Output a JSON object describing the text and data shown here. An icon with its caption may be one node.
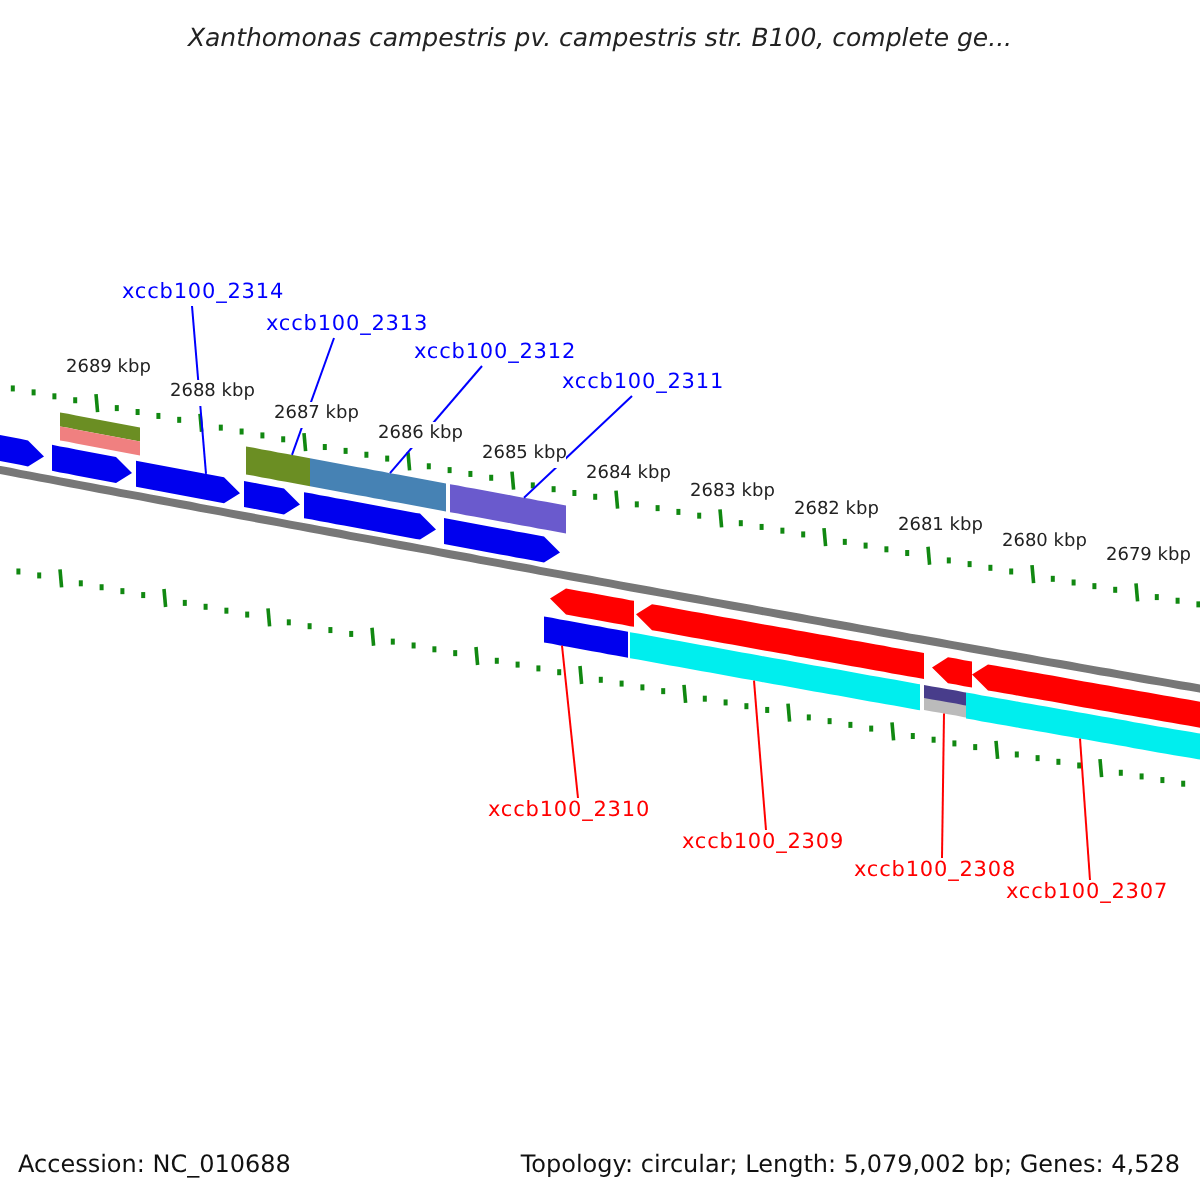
{
  "diagram": {
    "title": "Xanthomonas campestris pv. campestris str. B100, complete ge...",
    "nodes": [
      {
        "text": [
          "xccb100_2314"
        ]
      },
      {
        "text": [
          "xccb100_2313"
        ]
      },
      {
        "text": [
          "xccb100_2312"
        ]
      },
      {
        "text": [
          "xccb100_2311"
        ]
      },
      {
        "text": [
          "xccb100_2310"
        ]
      },
      {
        "text": [
          "xccb100_2309"
        ]
      },
      {
        "text": [
          "xccb100_2308"
        ]
      },
      {
        "text": [
          "xccb100_2307"
        ]
      },
      {
        "text": [],
        "shape": "arrow"
      },
      {
        "text": [],
        "shape": "arrow"
      },
      {
        "text": [],
        "shape": "arrow"
      },
      {
        "text": [],
        "shape": "arrow"
      },
      {
        "text": [],
        "shape": "arrow"
      },
      {
        "text": [],
        "shape": "arrow"
      },
      {
        "text": [],
        "shape": "bar"
      },
      {
        "text": [],
        "shape": "bar"
      },
      {
        "text": [],
        "shape": "bar"
      },
      {
        "text": [],
        "shape": "bar"
      },
      {
        "text": [],
        "shape": "bar"
      },
      {
        "text": [],
        "shape": "arrow"
      },
      {
        "text": [],
        "shape": "arrow"
      },
      {
        "text": [],
        "shape": "arrow"
      },
      {
        "text": [],
        "shape": "arrow"
      },
      {
        "text": [],
        "shape": "bar"
      },
      {
        "text": [],
        "shape": "bar"
      },
      {
        "text": [],
        "shape": "bar"
      },
      {
        "text": [],
        "shape": "bar"
      },
      {
        "text": [],
        "shape": "bar"
      }
    ],
    "edges": [
      {
        "from": 0,
        "to": 10,
        "arrow": "none",
        "color": "#0000ff"
      },
      {
        "from": 1,
        "to": 16,
        "arrow": "none",
        "color": "#0000ff"
      },
      {
        "from": 2,
        "to": 17,
        "arrow": "none",
        "color": "#0000ff"
      },
      {
        "from": 3,
        "to": 18,
        "arrow": "none",
        "color": "#0000ff"
      },
      {
        "from": 4,
        "to": 23,
        "arrow": "none",
        "color": "#ff0000"
      },
      {
        "from": 5,
        "to": 24,
        "arrow": "none",
        "color": "#ff0000"
      },
      {
        "from": 6,
        "to": 26,
        "arrow": "none",
        "color": "#ff0000"
      },
      {
        "from": 7,
        "to": 27,
        "arrow": "none",
        "color": "#ff0000"
      }
    ],
    "labels": [
      "2689 kbp",
      "2688 kbp",
      "2687 kbp",
      "2686 kbp",
      "2685 kbp",
      "2684 kbp",
      "2683 kbp",
      "2682 kbp",
      "2681 kbp",
      "2680 kbp",
      "2679 kbp",
      "Accession: NC_010688",
      "Topology: circular; Length: 5,079,002 bp; Genes: 4,528"
    ]
  }
}
